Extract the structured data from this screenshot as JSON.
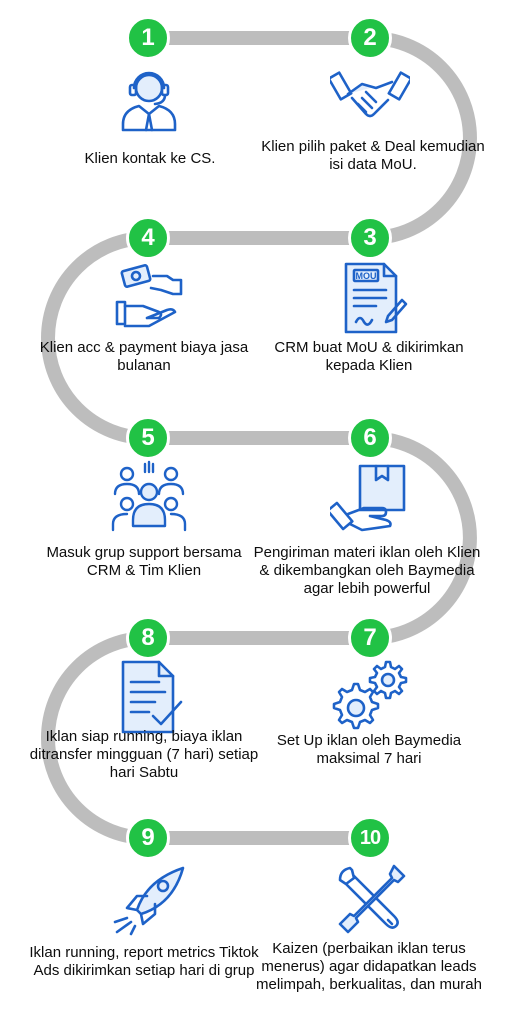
{
  "colors": {
    "path": "#bdbdbd",
    "badge": "#21c245",
    "icon_stroke": "#1e62c8",
    "icon_fill": "#e3eefc",
    "text": "#0d0d0d"
  },
  "steps": [
    {
      "number": "1",
      "icon": "headset-agent-icon",
      "text": "Klien kontak ke CS."
    },
    {
      "number": "2",
      "icon": "handshake-icon",
      "text": "Klien pilih paket & Deal kemudian isi data MoU."
    },
    {
      "number": "3",
      "icon": "mou-document-icon",
      "icon_text": "MOU",
      "text": "CRM buat MoU & dikirimkan kepada Klien"
    },
    {
      "number": "4",
      "icon": "payment-hands-icon",
      "text": "Klien acc & payment biaya jasa bulanan"
    },
    {
      "number": "5",
      "icon": "team-group-icon",
      "text": "Masuk grup support bersama CRM & Tim Klien"
    },
    {
      "number": "6",
      "icon": "delivery-box-icon",
      "text": "Pengiriman materi iklan oleh Klien & dikembangkan oleh Baymedia agar lebih powerful"
    },
    {
      "number": "7",
      "icon": "gears-icon",
      "text": "Set Up iklan oleh Baymedia maksimal 7 hari"
    },
    {
      "number": "8",
      "icon": "checklist-document-icon",
      "text": "Iklan siap running, biaya iklan ditransfer mingguan (7 hari) setiap hari Sabtu"
    },
    {
      "number": "9",
      "icon": "rocket-icon",
      "text": "Iklan running, report metrics Tiktok Ads dikirimkan setiap hari di grup"
    },
    {
      "number": "10",
      "icon": "tools-icon",
      "text": "Kaizen (perbaikan iklan terus menerus) agar didapatkan leads melimpah, berkualitas, dan murah"
    }
  ]
}
